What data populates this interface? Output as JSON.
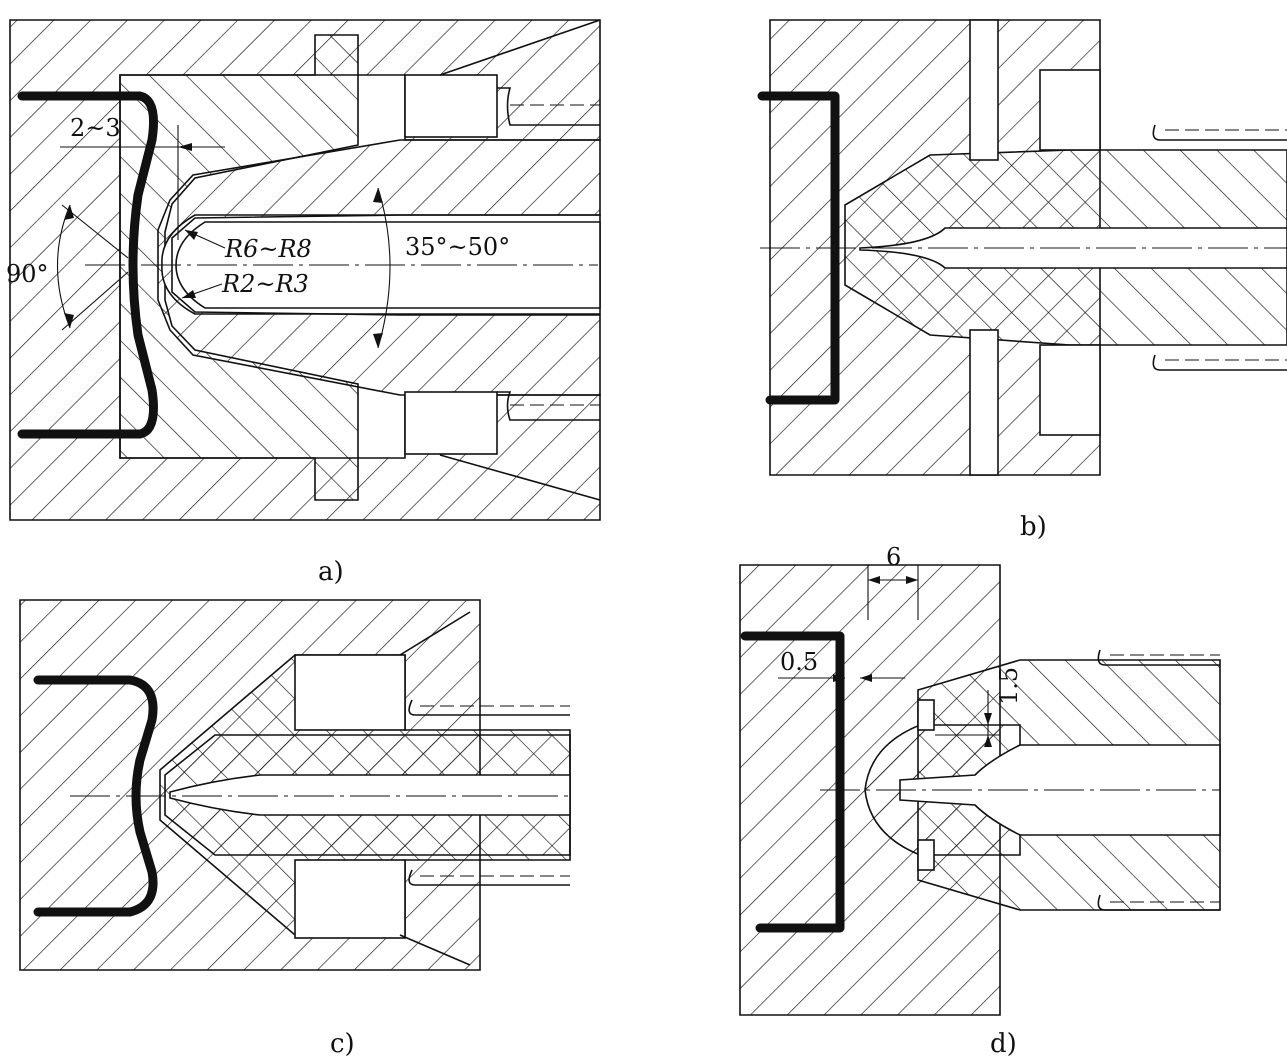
{
  "panels": [
    {
      "caption": "a)",
      "dimensions": [
        "2~3",
        "R6~R8",
        "R2~R3",
        "90°",
        "35°~50°"
      ]
    },
    {
      "caption": "b)",
      "dimensions": []
    },
    {
      "caption": "c)",
      "dimensions": []
    },
    {
      "caption": "d)",
      "dimensions": [
        "6",
        "0.5",
        "1.5"
      ]
    }
  ],
  "colors": {
    "ink": "#111111",
    "background": "#ffffff"
  }
}
